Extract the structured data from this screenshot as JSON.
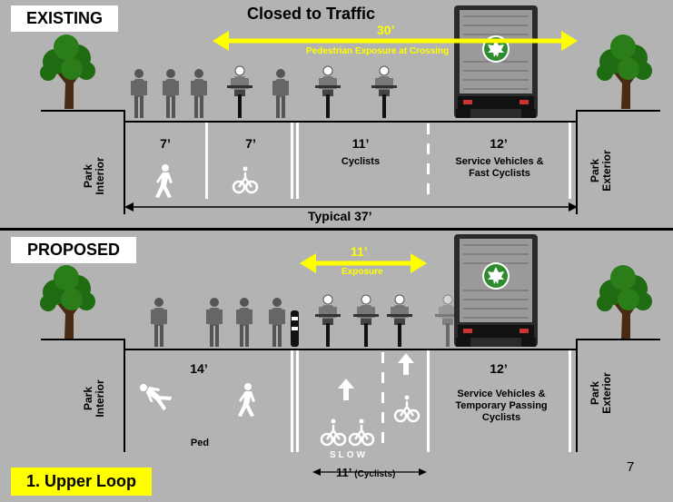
{
  "existing": {
    "heading": "EXISTING",
    "banner": "Closed to Traffic",
    "exposure_width": "30’",
    "exposure_label": "Pedestrian Exposure at Crossing",
    "lanes": [
      {
        "width": "7’",
        "label": ""
      },
      {
        "width": "7’",
        "label": ""
      },
      {
        "width": "11’",
        "label": "Cyclists"
      },
      {
        "width": "12’",
        "label": "Service Vehicles & Fast Cyclists"
      }
    ],
    "left_side": "Park Interior",
    "right_side": "Park Exterior",
    "total": "Typical 37’"
  },
  "proposed": {
    "heading": "PROPOSED",
    "exposure_width": "11’",
    "exposure_label": "Exposure",
    "ped_width": "14’",
    "ped_label": "Ped",
    "cyclist_marking": "SLOW",
    "cyclist_width": "11’",
    "cyclist_width_note": "(Cyclists)",
    "service_width": "12’",
    "service_label": "Service Vehicles & Temporary Passing Cyclists",
    "left_side": "Park Interior",
    "right_side": "Park Exterior"
  },
  "footer": {
    "title": "1. Upper Loop",
    "page_number": "7"
  },
  "colors": {
    "background": "#b3b3b3",
    "accent_yellow": "#ffff00",
    "tree_green": "#1f6b12",
    "parks_green": "#2e8b2e"
  },
  "icons": [
    "tree-icon",
    "truck-icon",
    "parks-leaf-icon",
    "pedestrian-icon",
    "bicycle-icon",
    "arrow-up-icon",
    "bollard-icon",
    "cyclist-figure",
    "person-figure"
  ]
}
